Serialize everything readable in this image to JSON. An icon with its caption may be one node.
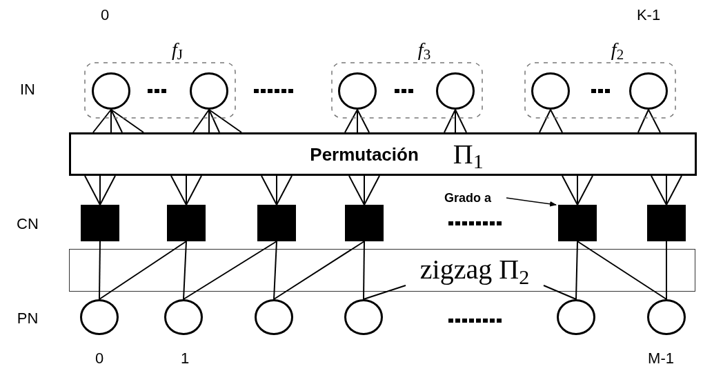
{
  "diagram": {
    "nodes": [
      {
        "text": [
          "*f*$_{J}$"
        ]
      },
      {
        "text": [],
        "shape": "circle",
        "in": 0
      },
      {
        "text": [],
        "shape": "circle",
        "in": 0
      },
      {
        "text": [
          "*f*$_{3}$"
        ]
      },
      {
        "text": [],
        "shape": "circle",
        "in": 3
      },
      {
        "text": [],
        "shape": "circle",
        "in": 3
      },
      {
        "text": [
          "*f*$_{2}$"
        ]
      },
      {
        "text": [],
        "shape": "circle",
        "in": 6
      },
      {
        "text": [],
        "shape": "circle",
        "in": 6
      },
      {
        "text": [
          "Permutación",
          "Π$_{1}$"
        ]
      },
      {
        "text": [
          "Grado a"
        ]
      },
      {
        "text": [],
        "shape": "box"
      },
      {
        "text": [],
        "shape": "box"
      },
      {
        "text": [],
        "shape": "box"
      },
      {
        "text": [],
        "shape": "box"
      },
      {
        "text": [],
        "shape": "box"
      },
      {
        "text": [],
        "shape": "box"
      },
      {
        "text": [
          "zigzag Π$_{2}$"
        ]
      },
      {
        "text": [],
        "shape": "circle"
      },
      {
        "text": [],
        "shape": "circle"
      },
      {
        "text": [],
        "shape": "circle"
      },
      {
        "text": [],
        "shape": "circle"
      },
      {
        "text": [],
        "shape": "circle"
      },
      {
        "text": [],
        "shape": "circle"
      }
    ],
    "edges": [
      {
        "from": 1,
        "to": 9,
        "arrow": "none"
      },
      {
        "from": 1,
        "to": 9,
        "arrow": "none"
      },
      {
        "from": 1,
        "to": 9,
        "arrow": "none"
      },
      {
        "from": 1,
        "to": 9,
        "arrow": "none"
      },
      {
        "from": 2,
        "to": 9,
        "arrow": "none"
      },
      {
        "from": 2,
        "to": 9,
        "arrow": "none"
      },
      {
        "from": 2,
        "to": 9,
        "arrow": "none"
      },
      {
        "from": 2,
        "to": 9,
        "arrow": "none"
      },
      {
        "from": 4,
        "to": 9,
        "arrow": "none"
      },
      {
        "from": 4,
        "to": 9,
        "arrow": "none"
      },
      {
        "from": 4,
        "to": 9,
        "arrow": "none"
      },
      {
        "from": 5,
        "to": 9,
        "arrow": "none"
      },
      {
        "from": 5,
        "to": 9,
        "arrow": "none"
      },
      {
        "from": 5,
        "to": 9,
        "arrow": "none"
      },
      {
        "from": 7,
        "to": 9,
        "arrow": "none"
      },
      {
        "from": 7,
        "to": 9,
        "arrow": "none"
      },
      {
        "from": 8,
        "to": 9,
        "arrow": "none"
      },
      {
        "from": 8,
        "to": 9,
        "arrow": "none"
      },
      {
        "from": 9,
        "to": 11,
        "arrow": "none"
      },
      {
        "from": 9,
        "to": 11,
        "arrow": "none"
      },
      {
        "from": 9,
        "to": 11,
        "arrow": "none"
      },
      {
        "from": 9,
        "to": 12,
        "arrow": "none"
      },
      {
        "from": 9,
        "to": 12,
        "arrow": "none"
      },
      {
        "from": 9,
        "to": 12,
        "arrow": "none"
      },
      {
        "from": 9,
        "to": 13,
        "arrow": "none"
      },
      {
        "from": 9,
        "to": 13,
        "arrow": "none"
      },
      {
        "from": 9,
        "to": 13,
        "arrow": "none"
      },
      {
        "from": 9,
        "to": 14,
        "arrow": "none"
      },
      {
        "from": 9,
        "to": 14,
        "arrow": "none"
      },
      {
        "from": 9,
        "to": 14,
        "arrow": "none"
      },
      {
        "from": 9,
        "to": 15,
        "arrow": "none"
      },
      {
        "from": 9,
        "to": 15,
        "arrow": "none"
      },
      {
        "from": 9,
        "to": 15,
        "arrow": "none"
      },
      {
        "from": 9,
        "to": 16,
        "arrow": "none"
      },
      {
        "from": 9,
        "to": 16,
        "arrow": "none"
      },
      {
        "from": 9,
        "to": 16,
        "arrow": "none"
      },
      {
        "from": 11,
        "to": 18,
        "arrow": "none"
      },
      {
        "from": 12,
        "to": 19,
        "arrow": "none"
      },
      {
        "from": 13,
        "to": 20,
        "arrow": "none"
      },
      {
        "from": 14,
        "to": 21,
        "arrow": "none"
      },
      {
        "from": 15,
        "to": 22,
        "arrow": "none"
      },
      {
        "from": 16,
        "to": 23,
        "arrow": "none"
      },
      {
        "from": 12,
        "to": 18,
        "arrow": "none"
      },
      {
        "from": 13,
        "to": 19,
        "arrow": "none"
      },
      {
        "from": 14,
        "to": 20,
        "arrow": "none"
      },
      {
        "from": 15,
        "to": 23,
        "arrow": "none"
      },
      {
        "from": 21,
        "to": 17,
        "arrow": "none"
      },
      {
        "from": 17,
        "to": 22,
        "arrow": "none"
      },
      {
        "from": 10,
        "to": 15,
        "arrow": "to"
      }
    ],
    "labels": [
      "0",
      "K-1",
      "IN",
      "CN",
      "PN",
      "0",
      "1",
      "M-1"
    ]
  }
}
